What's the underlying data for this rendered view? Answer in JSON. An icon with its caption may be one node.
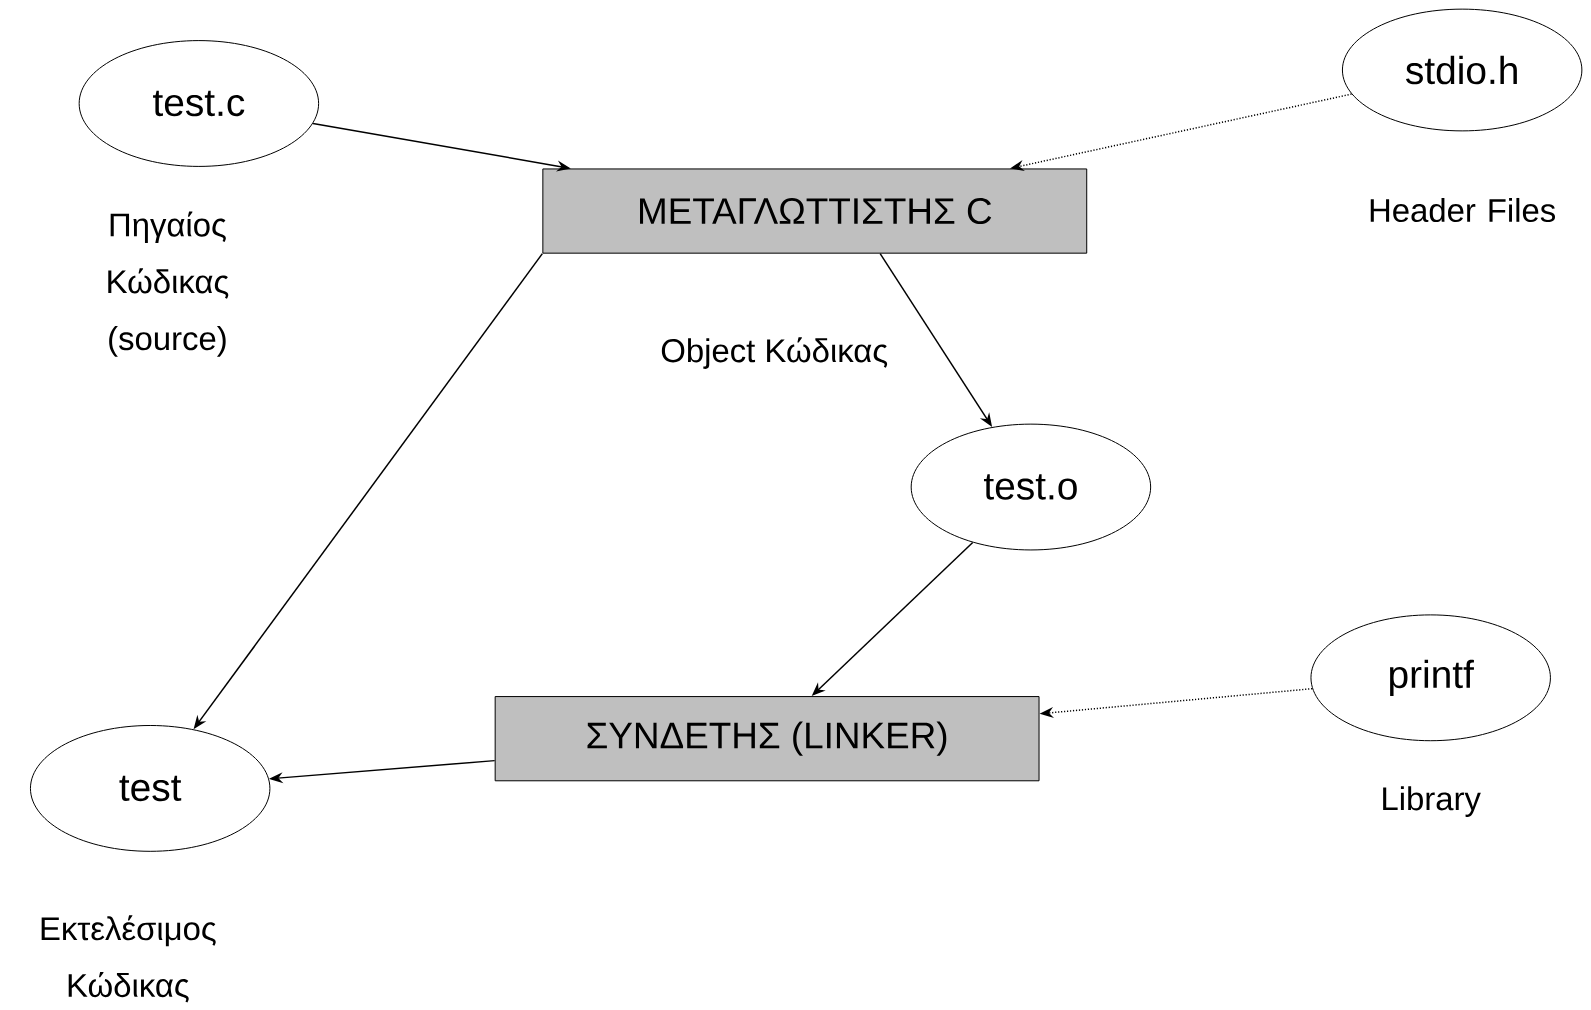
{
  "diagram": {
    "nodes": [
      {
        "text": [
          "test.c"
        ],
        "beside": [
          "Πηγαίος Κώδικας (source)"
        ]
      },
      {
        "text": [
          "stdio.h"
        ],
        "beside": [
          "Header Files"
        ]
      },
      {
        "text": [
          "ΜΕΤΑΓΛΩΤΤΙΣΤΗΣ C"
        ]
      },
      {
        "text": [
          "test.o"
        ]
      },
      {
        "text": [
          "printf"
        ],
        "beside": [
          "Library"
        ]
      },
      {
        "text": [
          "ΣΥΝΔΕΤΗΣ (LINKER)"
        ]
      },
      {
        "text": [
          "test"
        ],
        "beside": [
          "Εκτελέσιμος Κώδικας"
        ]
      }
    ],
    "edges": [
      {
        "from": 0,
        "to": 2,
        "arrow": "to"
      },
      {
        "from": 1,
        "to": 2,
        "arrow": "to",
        "style": "dashed"
      },
      {
        "from": 2,
        "to": 3,
        "arrow": "to",
        "label": "Object Κώδικας"
      },
      {
        "from": 2,
        "to": 6,
        "arrow": "to"
      },
      {
        "from": 3,
        "to": 5,
        "arrow": "to"
      },
      {
        "from": 4,
        "to": 5,
        "arrow": "to",
        "style": "dashed"
      },
      {
        "from": 5,
        "to": 6,
        "arrow": "to"
      }
    ]
  }
}
